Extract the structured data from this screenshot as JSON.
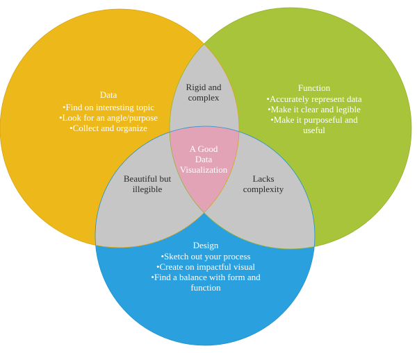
{
  "colors": {
    "data": "#EDB81A",
    "function": "#A8C43A",
    "design": "#2AA0DF",
    "overlap_pair": "#C6C6C6",
    "overlap_center": "#E2A3B7",
    "background": "#FFFFFF"
  },
  "sets": {
    "data": {
      "title": "Data",
      "items": [
        "•Find on interesting topic",
        "•Look for an angle/purpose",
        "•Collect and organize"
      ]
    },
    "function": {
      "title": "Function",
      "items": [
        "•Accurately represent data",
        "•Make it clear and legible",
        "•Make it purposeful and",
        "useful"
      ]
    },
    "design": {
      "title": "Design",
      "items": [
        "•Sketch out your process",
        "•Create on impactful visual",
        "•Find a balance with form and",
        "function"
      ]
    }
  },
  "intersections": {
    "data_function": [
      "Rigid and",
      "complex"
    ],
    "data_design": [
      "Beautiful but",
      "illegible"
    ],
    "function_design": [
      "Lacks",
      "complexity"
    ],
    "center": [
      "A Good",
      "Data",
      "Visualization"
    ]
  }
}
